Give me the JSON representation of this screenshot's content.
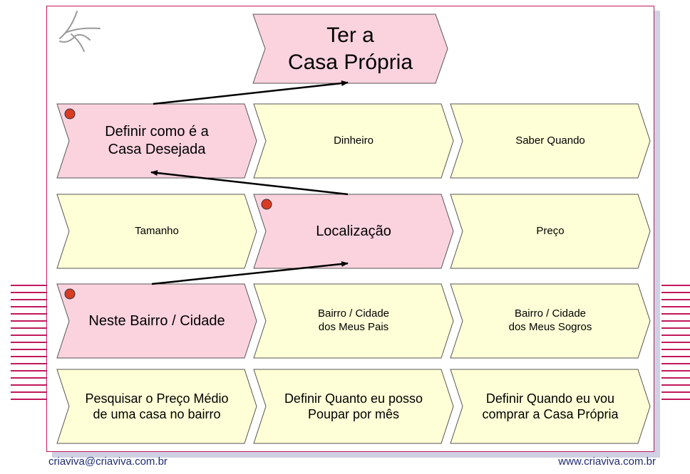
{
  "colors": {
    "highlight_fill": "#fbd3df",
    "normal_fill": "#ffffd7",
    "border": "#c2185b",
    "bullet": "#d93b23",
    "stripe": "#c2185b"
  },
  "goal": "Ter a\nCasa Própria",
  "rows": [
    [
      {
        "label": "Definir como é a\nCasa Desejada",
        "highlight": true
      },
      {
        "label": "Dinheiro",
        "highlight": false
      },
      {
        "label": "Saber Quando",
        "highlight": false
      }
    ],
    [
      {
        "label": "Tamanho",
        "highlight": false
      },
      {
        "label": "Localização",
        "highlight": true
      },
      {
        "label": "Preço",
        "highlight": false
      }
    ],
    [
      {
        "label": "Neste Bairro / Cidade",
        "highlight": true
      },
      {
        "label": "Bairro / Cidade\ndos Meus Pais",
        "highlight": false
      },
      {
        "label": "Bairro / Cidade\ndos Meus Sogros",
        "highlight": false
      }
    ],
    [
      {
        "label": "Pesquisar o Preço Médio\nde uma casa no bairro",
        "highlight": false
      },
      {
        "label": "Definir Quanto eu posso\nPoupar por mês",
        "highlight": false
      },
      {
        "label": "Definir Quando eu vou\ncomprar a Casa Própria",
        "highlight": false
      }
    ]
  ],
  "footer": {
    "email": "criaviva@criaviva.com.br",
    "website": "www.criaviva.com.br"
  },
  "logo_icon": "bird-logo-icon"
}
